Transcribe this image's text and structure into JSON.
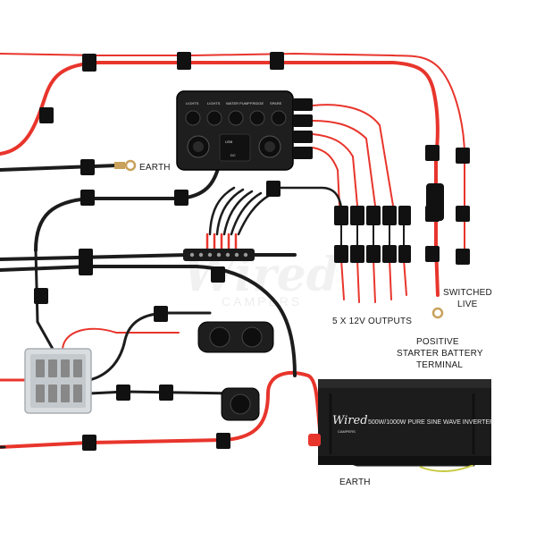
{
  "labels": {
    "earth_top": "EARTH",
    "switched_live_1": "SWITCHED",
    "switched_live_2": "LIVE",
    "outputs": "5 X 12V OUTPUTS",
    "positive_1": "POSITIVE",
    "positive_2": "STARTER BATTERY",
    "positive_3": "TERMINAL",
    "earth_bottom": "EARTH"
  },
  "switch_panel": {
    "switch_labels": [
      "LIGHTS",
      "LIGHTS",
      "WATER PUMP",
      "FRIDGE",
      "SPARE"
    ],
    "usb_label": "USB",
    "dc_label": "DC"
  },
  "inverter": {
    "brand": "Wired",
    "brand_sub": "CAMPERS",
    "model": "500W/1000W PURE SINE WAVE INVERTER"
  },
  "watermark": {
    "word": "Wired",
    "sub": "CAMPERS"
  },
  "colors": {
    "red_wire": "#e8352c",
    "black_wire": "#1c1c1c",
    "panel": "#1e1e1e"
  }
}
